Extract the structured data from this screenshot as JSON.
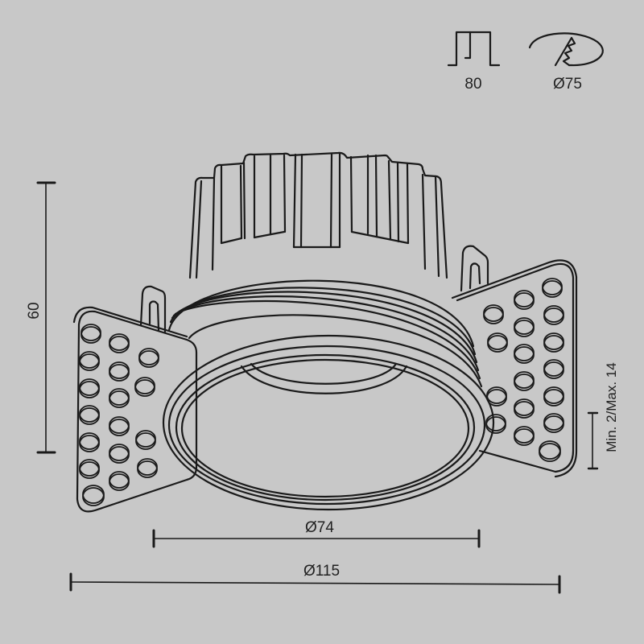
{
  "spec_icons": {
    "recess_depth": {
      "icon": "recess-depth-icon",
      "value": "80"
    },
    "cutout_diameter": {
      "icon": "cutout-diameter-icon",
      "value": "Ø75"
    }
  },
  "dimensions": {
    "height": "60",
    "ceiling_thickness": "Min. 2/Max. 14",
    "inner_diameter": "Ø74",
    "outer_diameter": "Ø115"
  },
  "colors": {
    "background": "#c8c8c8",
    "line": "#1a1a1a"
  }
}
